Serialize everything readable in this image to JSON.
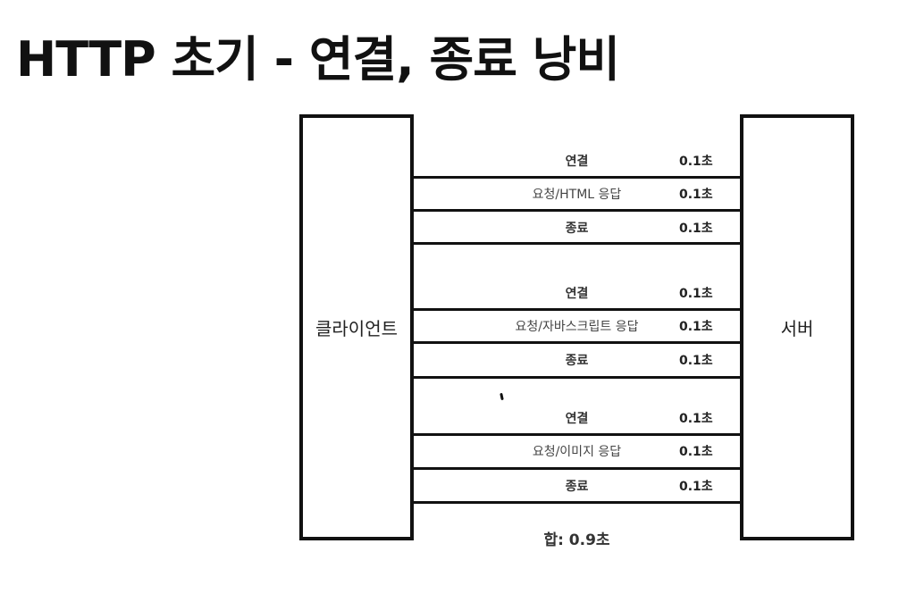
{
  "title": "HTTP 초기 - 연결, 종료 낭비",
  "client_label": "클라이언트",
  "server_label": "서버",
  "total": "합: 0.9초",
  "rows": [
    {
      "label": "연결",
      "time": "0.1초"
    },
    {
      "label": "요청/HTML 응답",
      "time": "0.1초"
    },
    {
      "label": "종료",
      "time": "0.1초"
    },
    {
      "label": "연결",
      "time": "0.1초"
    },
    {
      "label": "요청/자바스크립트 응답",
      "time": "0.1초"
    },
    {
      "label": "종료",
      "time": "0.1초"
    },
    {
      "label": "연결",
      "time": "0.1초"
    },
    {
      "label": "요청/이미지 응답",
      "time": "0.1초"
    },
    {
      "label": "종료",
      "time": "0.1초"
    }
  ]
}
